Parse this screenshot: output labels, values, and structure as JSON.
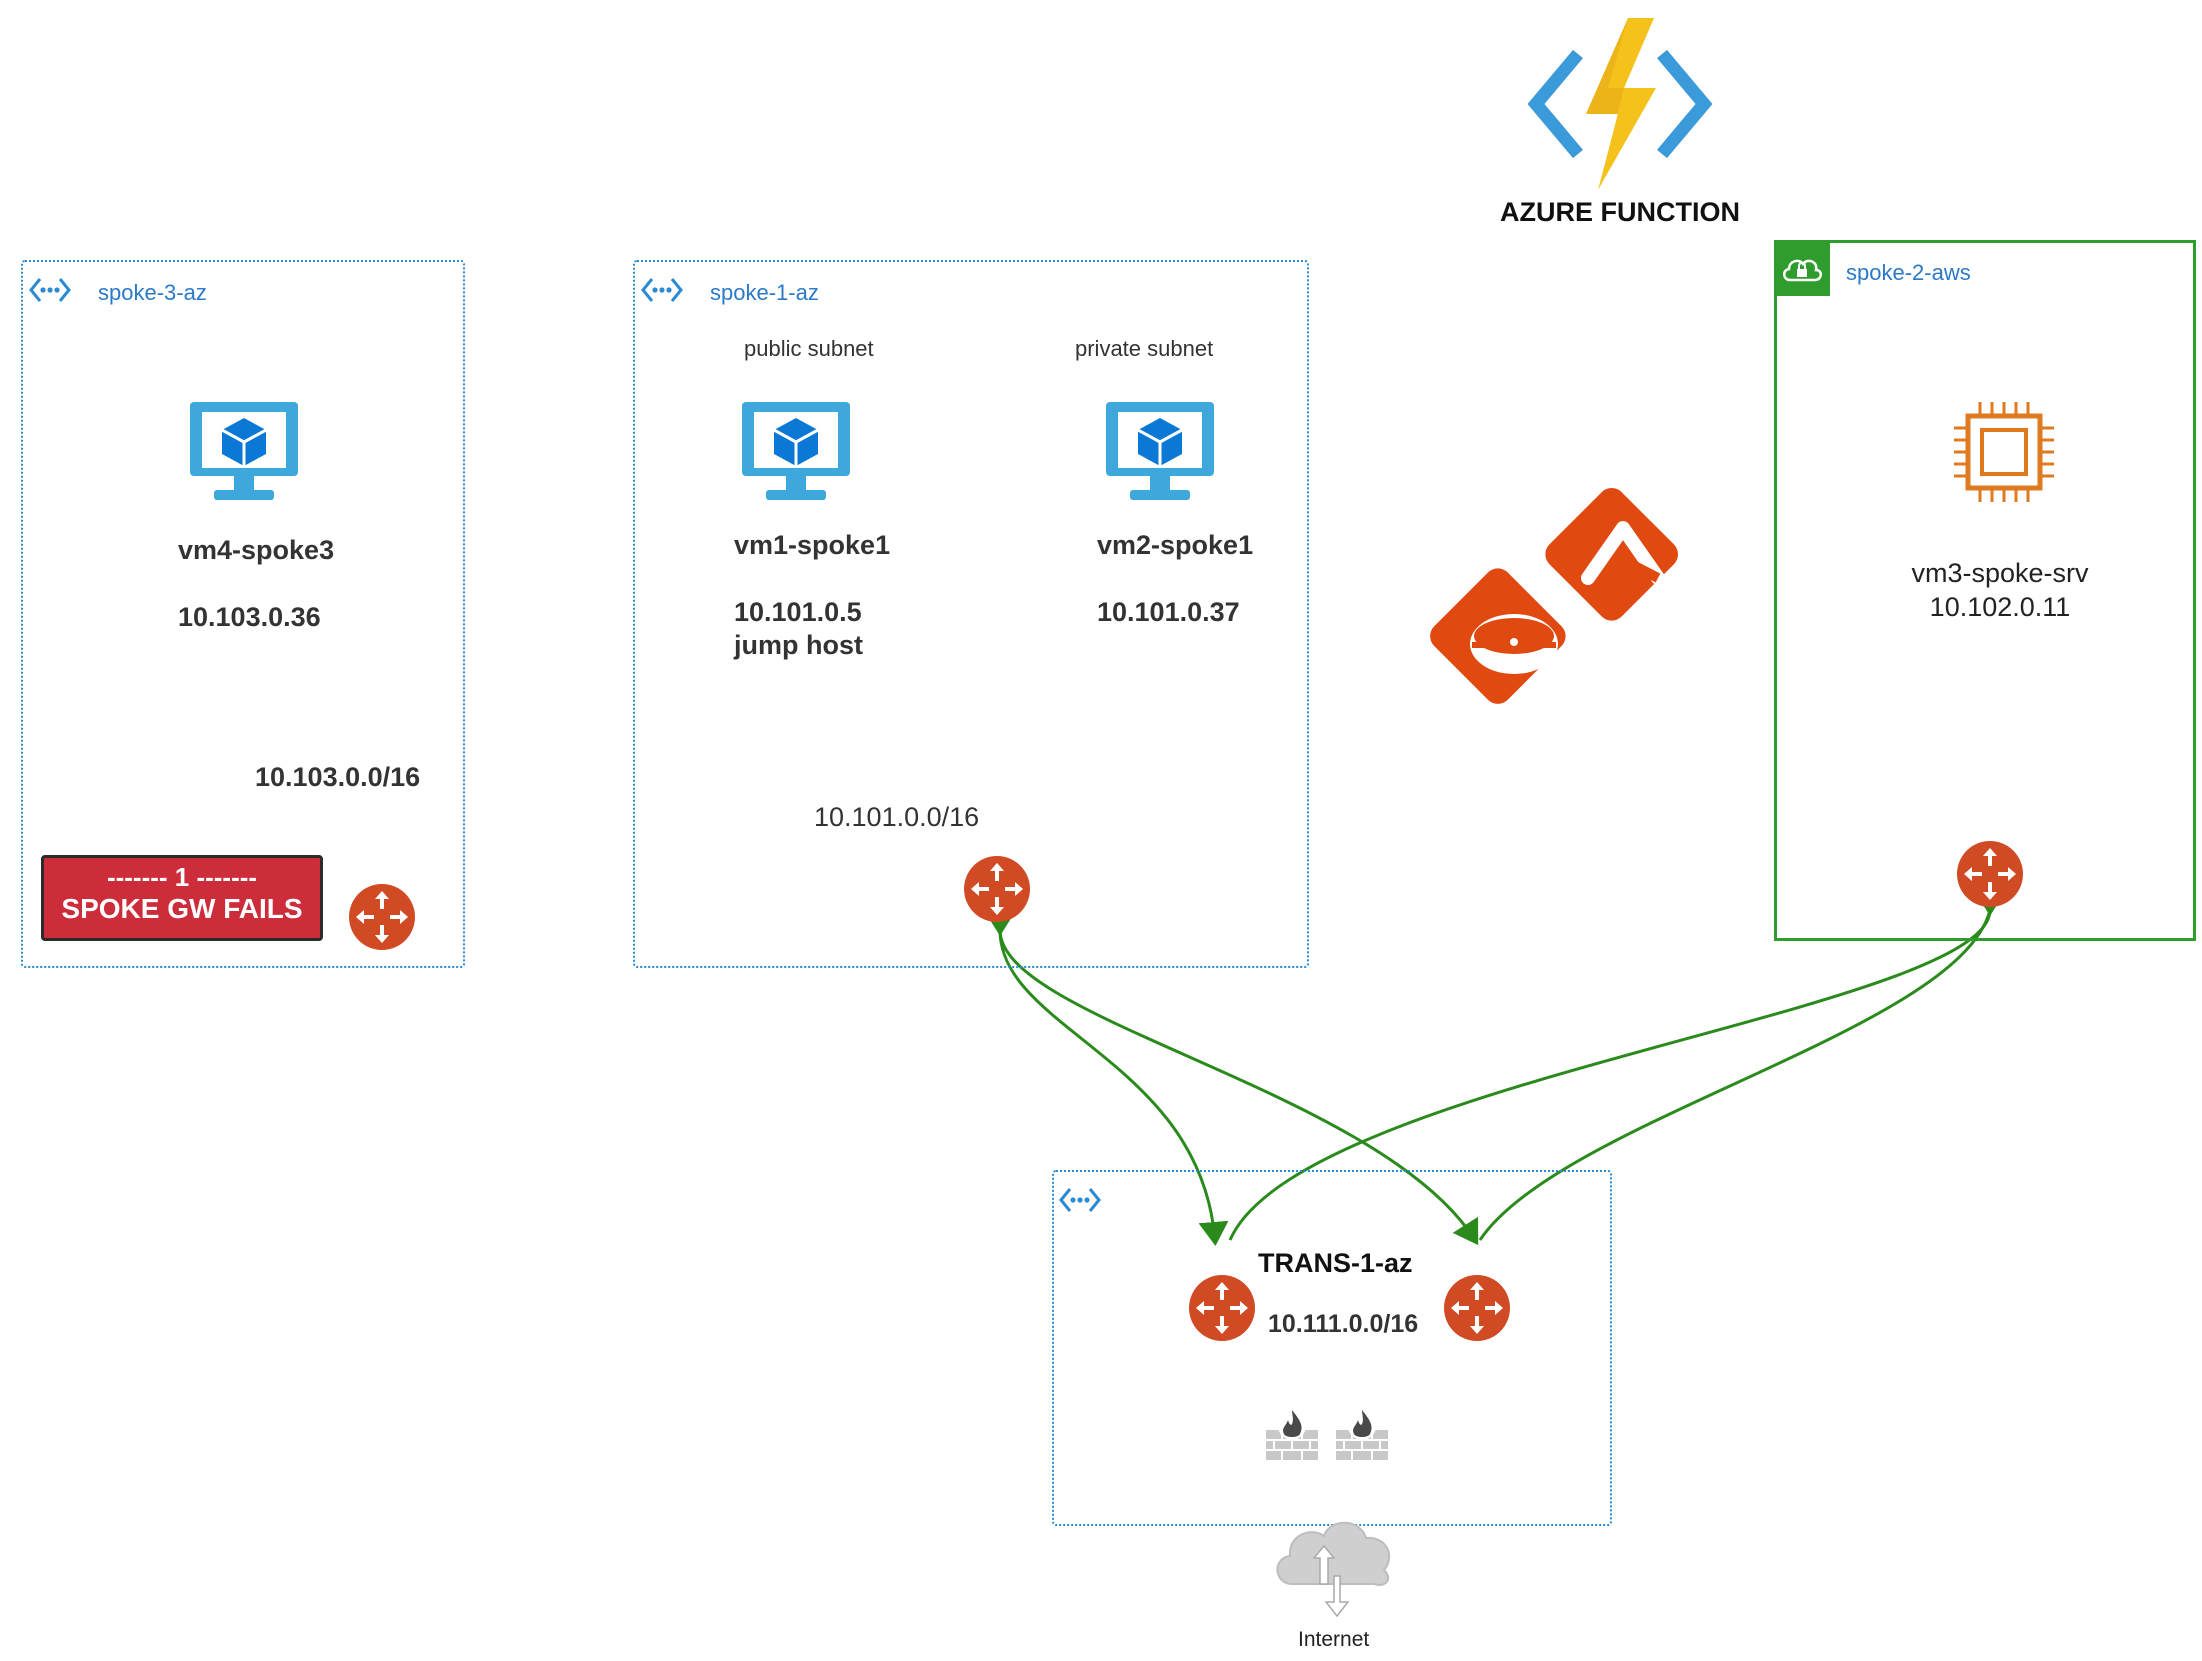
{
  "azure_function": {
    "label": "AZURE FUNCTION",
    "icon": "azure-function-icon"
  },
  "spoke3": {
    "vnet_label": "spoke-3-az",
    "vm_name": "vm4-spoke3",
    "vm_ip": "10.103.0.36",
    "cidr": "10.103.0.0/16",
    "alert_line1": "------- 1 -------",
    "alert_line2": "SPOKE GW FAILS"
  },
  "spoke1": {
    "vnet_label": "spoke-1-az",
    "public_subnet": "public subnet",
    "private_subnet": "private subnet",
    "vm1_name": "vm1-spoke1",
    "vm1_ip": "10.101.0.5",
    "vm1_role": "jump host",
    "vm2_name": "vm2-spoke1",
    "vm2_ip": "10.101.0.37",
    "cidr": "10.101.0.0/16"
  },
  "spoke2": {
    "vnet_label": "spoke-2-aws",
    "vm_name": "vm3-spoke-srv",
    "vm_ip": "10.102.0.11"
  },
  "transit": {
    "name": "TRANS-1-az",
    "cidr": "10.111.0.0/16"
  },
  "internet": {
    "label": "Internet"
  },
  "colors": {
    "vnet_border": "#2a8ad4",
    "aws_border": "#2e9d2e",
    "gateway": "#d04a24",
    "link": "#2a8a1c",
    "alert": "#cd2d3a",
    "ec2": "#e07a1f",
    "vm_screen": "#3ea8dc",
    "vm_cube": "#0a78d4"
  }
}
